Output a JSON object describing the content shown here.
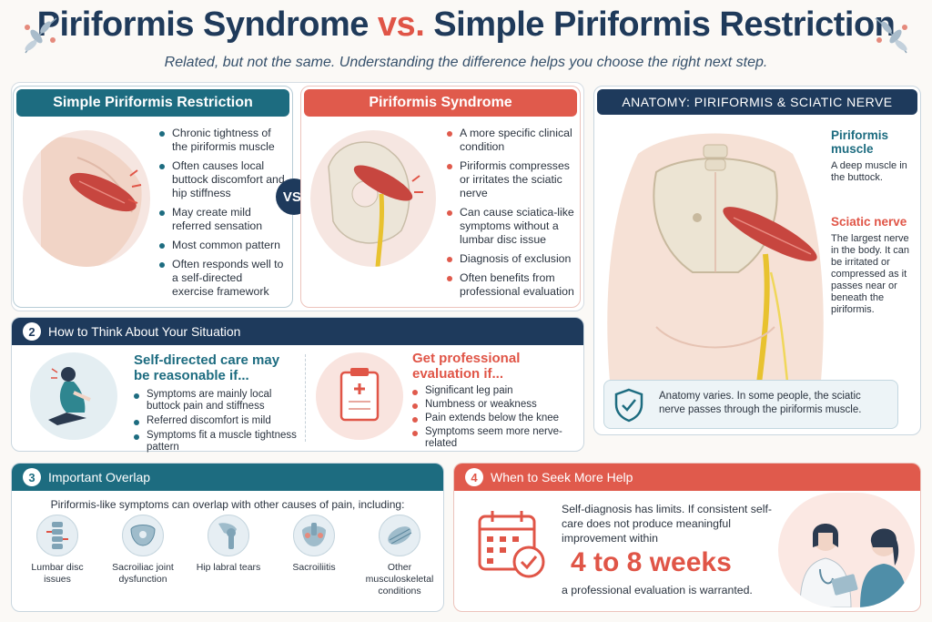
{
  "header": {
    "title_a": "Piriformis Syndrome ",
    "title_vs": "vs.",
    "title_b": " Simple Piriformis Restriction",
    "subtitle": "Related, but not the same. Understanding the difference helps you choose the right next step."
  },
  "restriction": {
    "title": "Simple Piriformis Restriction",
    "bullets": [
      "Chronic tightness of the piriformis muscle",
      "Often causes local buttock discomfort and hip stiffness",
      "May create mild referred sensation",
      "Most common pattern",
      "Often responds well to a self-directed exercise framework"
    ]
  },
  "vs_label": "VS.",
  "syndrome": {
    "title": "Piriformis Syndrome",
    "bullets": [
      "A more specific clinical condition",
      "Piriformis compresses or irritates the sciatic nerve",
      "Can cause sciatica-like symptoms without a lumbar disc issue",
      "Diagnosis of exclusion",
      "Often benefits from professional evaluation"
    ]
  },
  "anatomy": {
    "title": "ANATOMY: PIRIFORMIS & SCIATIC NERVE",
    "muscle_label": "Piriformis muscle",
    "muscle_desc": "A deep muscle in the buttock.",
    "nerve_label": "Sciatic nerve",
    "nerve_desc": "The largest nerve in the body. It can be irritated or compressed as it passes near or beneath the piriformis.",
    "note": "Anatomy varies. In some people, the sciatic nerve passes through the piriformis muscle."
  },
  "situation": {
    "num": "2",
    "title": "How to Think About Your Situation",
    "self_title": "Self-directed care may be reasonable if...",
    "self_bullets": [
      "Symptoms are mainly local buttock pain and stiffness",
      "Referred discomfort is mild",
      "Symptoms fit a muscle tightness pattern"
    ],
    "pro_title": "Get professional evaluation if...",
    "pro_bullets": [
      "Significant leg pain",
      "Numbness or weakness",
      "Pain extends below the knee",
      "Symptoms seem more nerve-related"
    ]
  },
  "overlap": {
    "num": "3",
    "title": "Important Overlap",
    "intro": "Piriformis-like symptoms can overlap with other causes of pain, including:",
    "items": [
      "Lumbar disc issues",
      "Sacroiliac joint dysfunction",
      "Hip labral tears",
      "Sacroiliitis",
      "Other musculoskeletal conditions"
    ]
  },
  "seek": {
    "num": "4",
    "title": "When to Seek More Help",
    "text": "Self-diagnosis has limits. If consistent self-care does not produce meaningful improvement within",
    "highlight": "4 to 8 weeks",
    "footer": "a professional evaluation is warranted."
  },
  "colors": {
    "navy": "#1e3a5c",
    "teal": "#1d6c80",
    "coral": "#e05a4c"
  }
}
